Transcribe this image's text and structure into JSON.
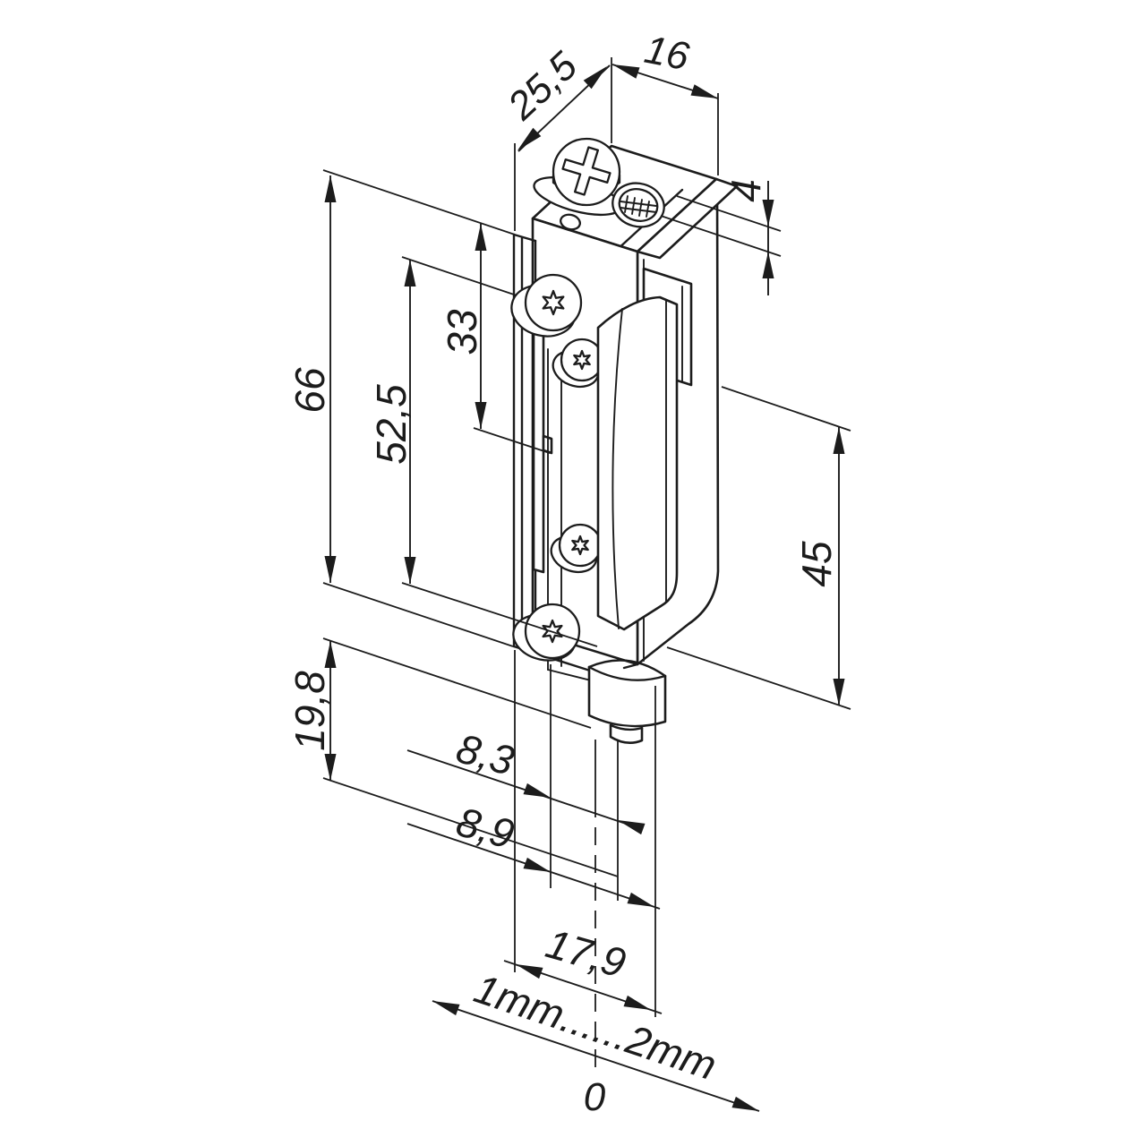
{
  "drawing": {
    "colors": {
      "line": "#1c1c1c",
      "background": "#ffffff"
    },
    "dimensions": {
      "d25_5": "25,5",
      "d16": "16",
      "d4": "4",
      "d66": "66",
      "d52_5": "52,5",
      "d33": "33",
      "d45": "45",
      "d19_8": "19,8",
      "d8_3": "8,3",
      "d8_9": "8,9",
      "d17_9": "17,9",
      "range": "1mm......2mm",
      "zero": "0"
    }
  }
}
